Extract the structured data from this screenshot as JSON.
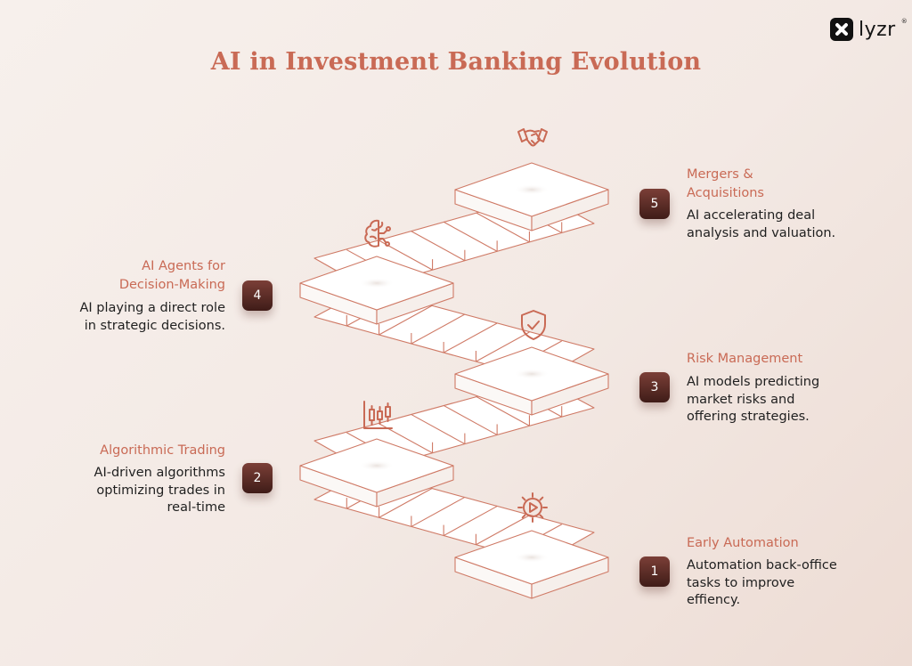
{
  "brand": {
    "name": "lyzr"
  },
  "title": "AI in Investment Banking Evolution",
  "colors": {
    "accent": "#c96a55",
    "badge_dark": "#3f1c18",
    "stroke": "#cf7a66"
  },
  "stages": [
    {
      "number": "1",
      "title": "Early Automation",
      "description": "Automation back-office tasks to improve effiency.",
      "icon": "gear-play-icon"
    },
    {
      "number": "2",
      "title": "Algorithmic Trading",
      "description": "AI-driven algorithms optimizing trades in real-time",
      "icon": "candlestick-chart-icon"
    },
    {
      "number": "3",
      "title": "Risk Management",
      "description": "AI models predicting market risks and offering strategies.",
      "icon": "shield-check-icon"
    },
    {
      "number": "4",
      "title": "AI Agents for Decision-Making",
      "description": "AI playing a direct role in strategic decisions.",
      "icon": "brain-icon"
    },
    {
      "number": "5",
      "title": "Mergers & Acquisitions",
      "description": "AI accelerating deal analysis and valuation.",
      "icon": "handshake-icon"
    }
  ]
}
